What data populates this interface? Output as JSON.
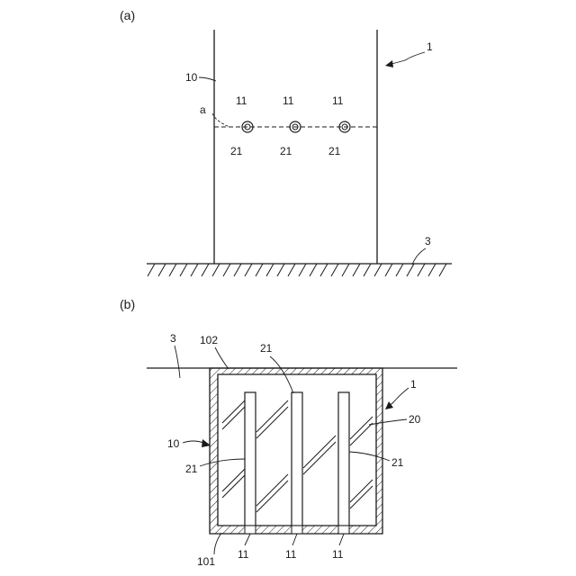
{
  "figure_a": {
    "panel_label": "(a)",
    "label_assembly": "1",
    "label_wall": "10",
    "label_ground": "3",
    "label_line": "a",
    "opening_labels": [
      "11",
      "11",
      "11"
    ],
    "rod_labels": [
      "21",
      "21",
      "21"
    ]
  },
  "figure_b": {
    "panel_label": "(b)",
    "label_ground": "3",
    "label_top": "102",
    "label_bottom": "101",
    "label_assembly": "1",
    "label_fill": "20",
    "label_wall": "10",
    "label_rod_top": "21",
    "label_rod_left": "21",
    "label_rod_right": "21",
    "opening_labels": [
      "11",
      "11",
      "11"
    ]
  },
  "colors": {
    "ink": "#1a1a1a",
    "background": "#ffffff"
  }
}
